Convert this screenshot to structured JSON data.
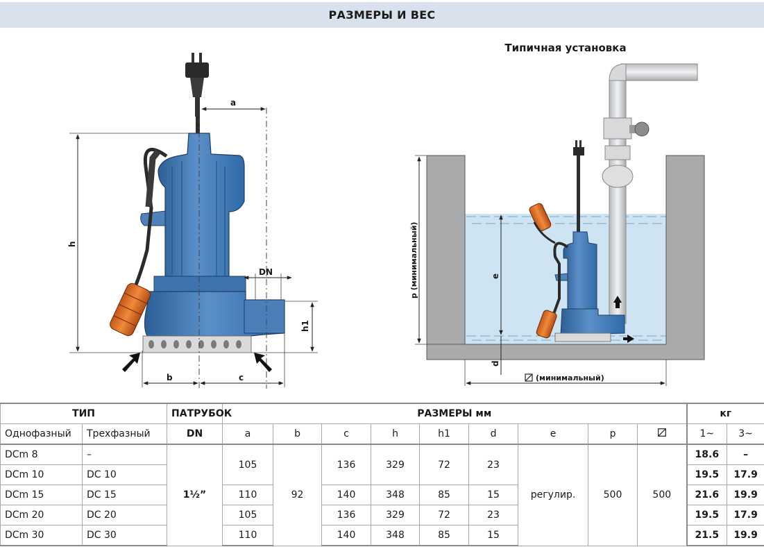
{
  "header": {
    "title": "РАЗМЕРЫ И ВЕС"
  },
  "installation": {
    "title": "Типичная установка",
    "label_p": "p  (минимальный)",
    "label_e": "e",
    "label_d": "d",
    "label_width": "(минимальный)"
  },
  "pump_dims": {
    "a": "a",
    "h": "h",
    "dn": "DN",
    "h1": "h1",
    "b": "b",
    "c": "c"
  },
  "table": {
    "group_headers": {
      "type": "ТИП",
      "port": "ПАТРУБОК",
      "dims": "РАЗМЕРЫ  мм",
      "weight": "кг"
    },
    "sub_headers": {
      "single_phase": "Однофазный",
      "three_phase": "Трехфазный",
      "dn": "DN",
      "a": "a",
      "b": "b",
      "c": "c",
      "h": "h",
      "h1": "h1",
      "d": "d",
      "e": "e",
      "p": "p",
      "w1": "1~",
      "w3": "3~"
    },
    "rows": [
      {
        "single": "DCm 8",
        "three": "–",
        "w1": "18.6",
        "w3": "–"
      },
      {
        "single": "DCm 10",
        "three": "DC 10",
        "w1": "19.5",
        "w3": "17.9"
      },
      {
        "single": "DCm 15",
        "three": "DC 15",
        "w1": "21.6",
        "w3": "19.9"
      },
      {
        "single": "DCm 20",
        "three": "DC 20",
        "w1": "19.5",
        "w3": "17.9"
      },
      {
        "single": "DCm 30",
        "three": "DC 30",
        "w1": "21.5",
        "w3": "19.9"
      }
    ],
    "group1": {
      "a": "105",
      "c": "136",
      "h": "329",
      "h1": "72",
      "d": "23"
    },
    "group2": {
      "a": "110",
      "c": "140",
      "h": "348",
      "h1": "85",
      "d": "15"
    },
    "group3": {
      "a": "105",
      "c": "136",
      "h": "329",
      "h1": "72",
      "d": "23"
    },
    "group4": {
      "a": "110",
      "c": "140",
      "h": "348",
      "h1": "85",
      "d": "15"
    },
    "merged": {
      "dn": "1½”",
      "b": "92",
      "e": "регулир.",
      "p": "500",
      "width": "500"
    }
  }
}
